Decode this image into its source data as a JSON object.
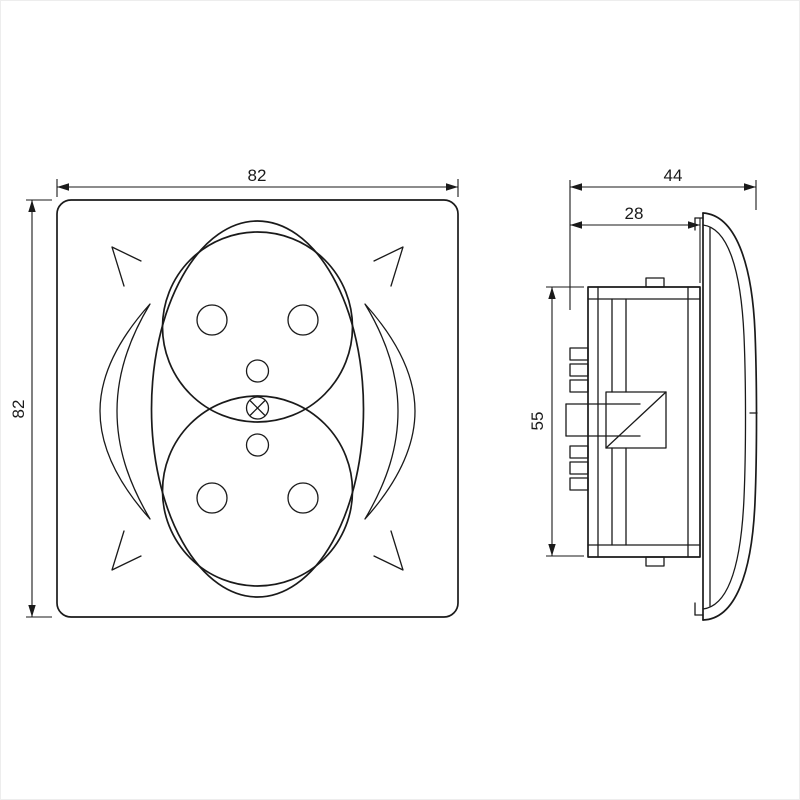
{
  "drawing": {
    "type": "technical-dimension-drawing",
    "subject": "double-power-socket",
    "stroke_color": "#1a1a1a",
    "background_color": "#ffffff",
    "front_view": {
      "width_label": "82",
      "height_label": "82"
    },
    "side_view": {
      "total_depth_label": "44",
      "body_depth_label": "28",
      "mechanism_height_label": "55"
    }
  }
}
